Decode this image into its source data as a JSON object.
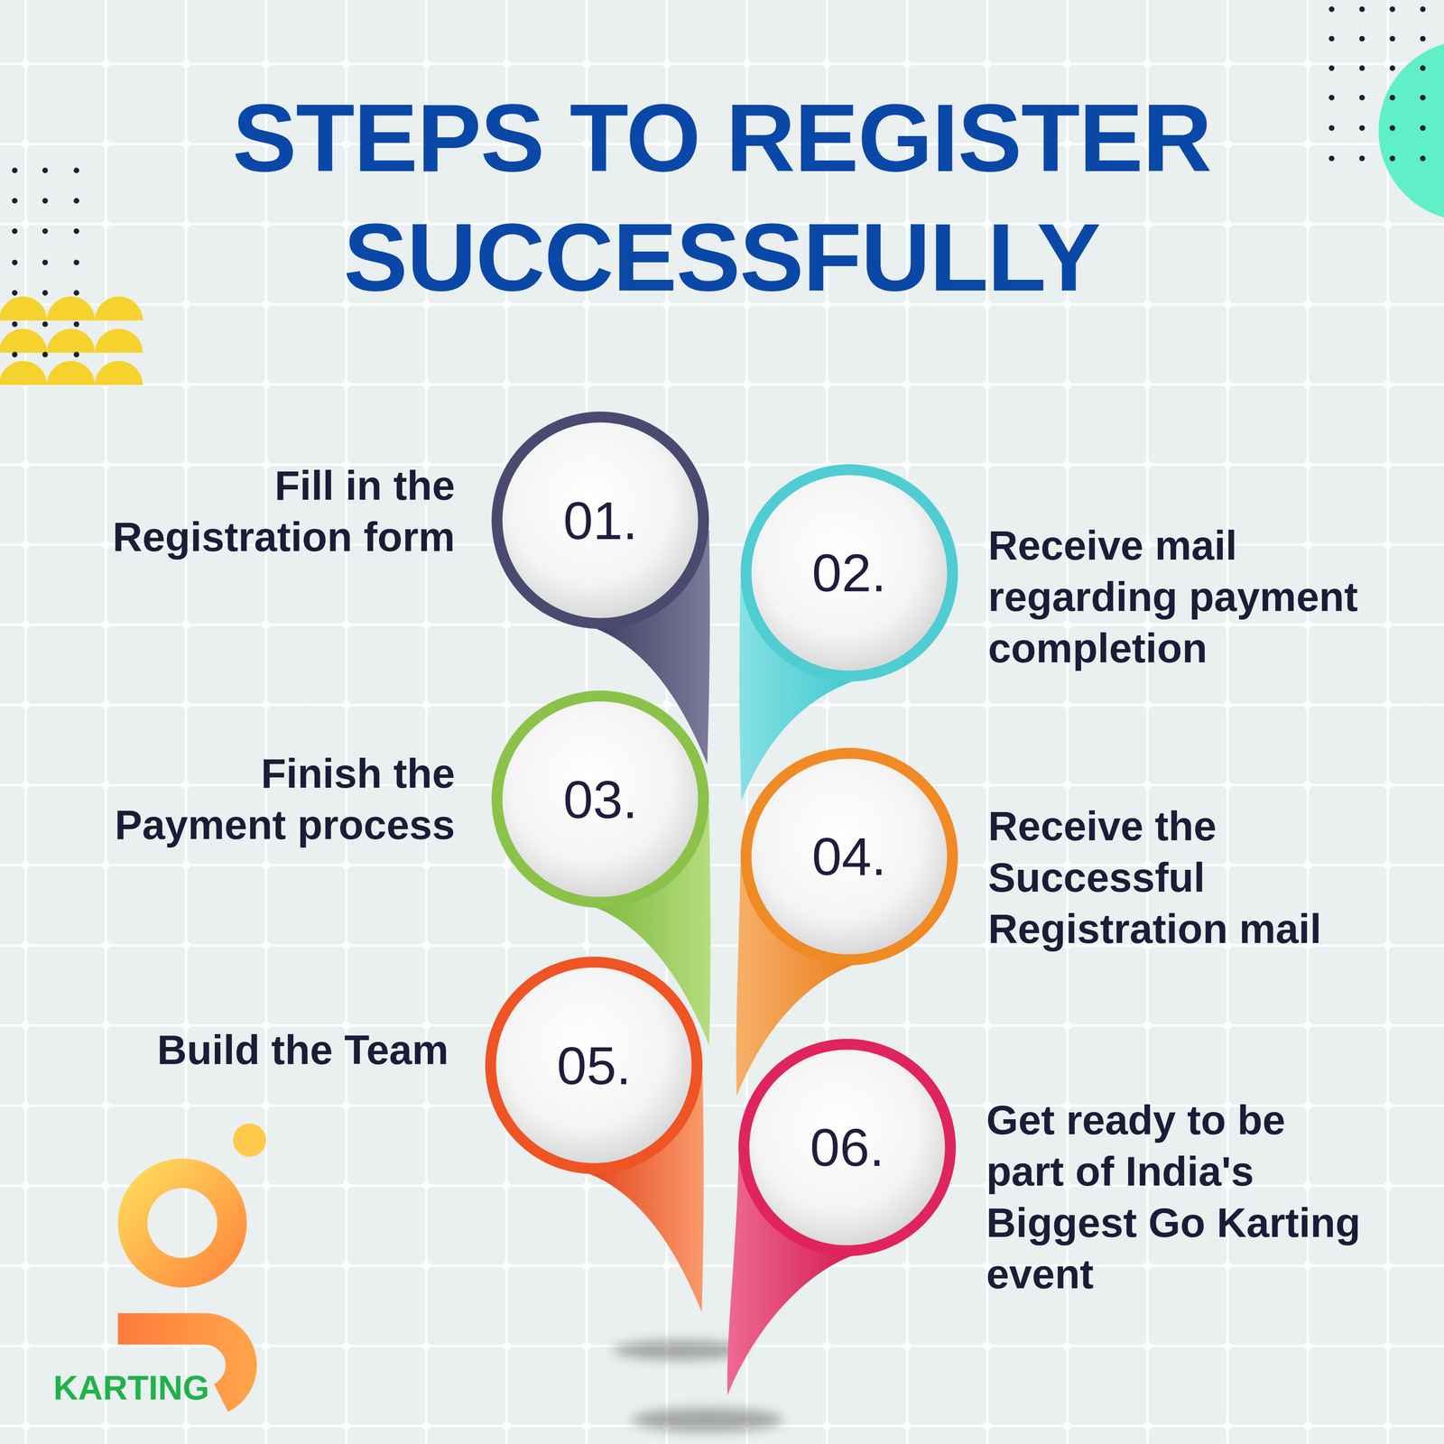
{
  "diagram": {
    "title": "STEPS TO REGISTER SUCCESSFULLY",
    "nodes": [
      {
        "text": [
          "01.",
          "Fill in the Registration form"
        ]
      },
      {
        "text": [
          "02.",
          "Receive mail regarding payment completion"
        ]
      },
      {
        "text": [
          "03.",
          "Finish the Payment process"
        ]
      },
      {
        "text": [
          "04.",
          "Receive the Successful Registration mail"
        ]
      },
      {
        "text": [
          "05.",
          "Build the Team"
        ]
      },
      {
        "text": [
          "06.",
          "Get ready to be part of India's Biggest Go Karting event"
        ]
      }
    ],
    "labels": [
      "KARTING"
    ]
  }
}
